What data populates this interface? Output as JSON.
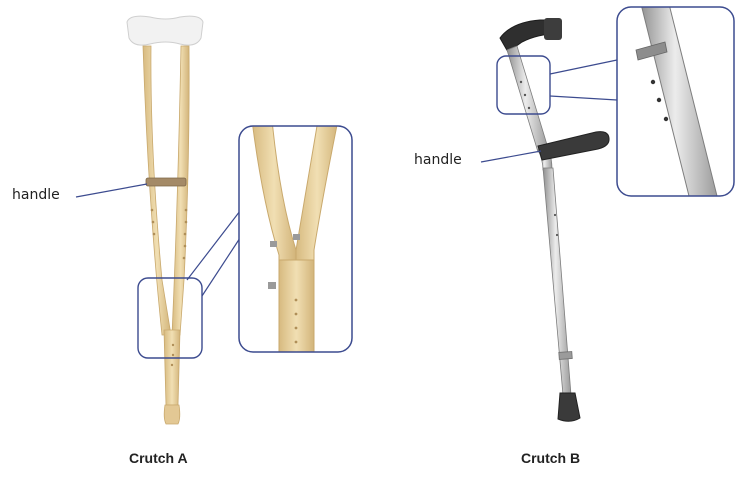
{
  "crutch_a": {
    "caption": "Crutch A",
    "handle_label": "handle"
  },
  "crutch_b": {
    "caption": "Crutch B",
    "handle_label": "handle"
  },
  "colors": {
    "wood": "#ead5a6",
    "wood_dark": "#d9bd83",
    "callout": "#3c4b8f",
    "metal": "#c8c8c8",
    "rubber": "#3a3a3a"
  }
}
